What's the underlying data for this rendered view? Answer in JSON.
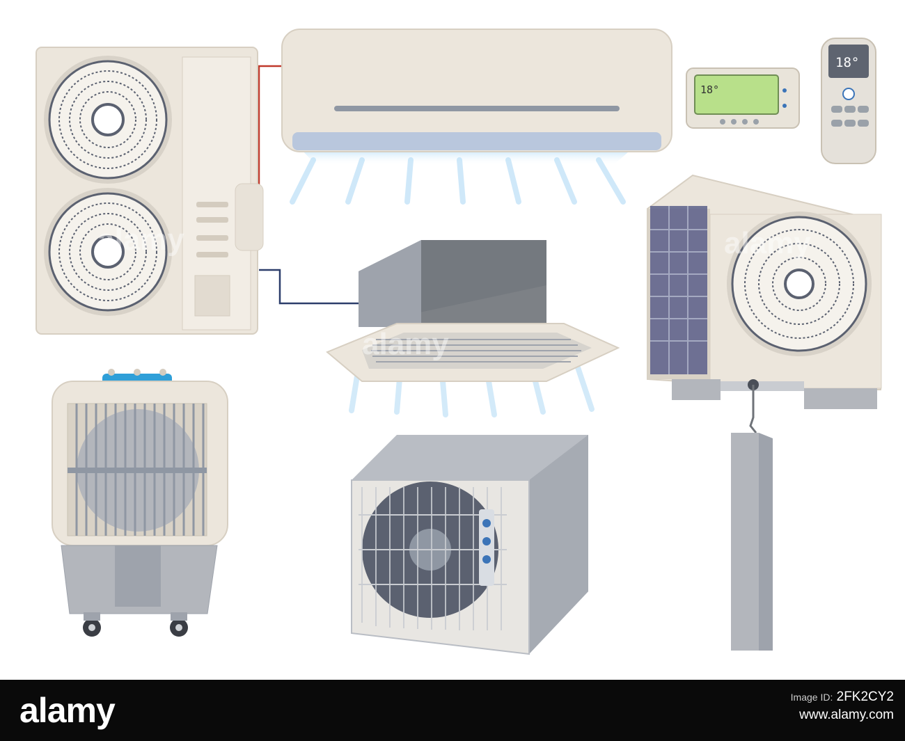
{
  "thermostat": {
    "display": "18°"
  },
  "remote": {
    "display": "18°"
  },
  "watermark": {
    "text": "alamy"
  },
  "footer": {
    "logo": "alamy",
    "image_id_label": "Image ID:",
    "image_id": "2FK2CY2",
    "site": "www.alamy.com"
  },
  "colors": {
    "unit_body": "#ece6dc",
    "fan_dark": "#5b6170",
    "cassette_grey": "#9ea3ac",
    "airflow": "#a9d7f5",
    "pipe_red": "#c0392b",
    "pipe_navy": "#2c3e6b",
    "lcd_green": "#b8e08a",
    "cooler_cap": "#2f9fd8"
  }
}
